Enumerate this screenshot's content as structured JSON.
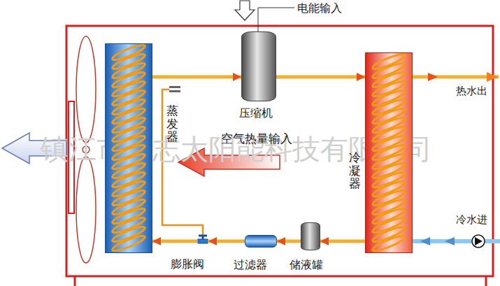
{
  "diagram": {
    "nodes": [
      {
        "text": [
          "蒸发器"
        ]
      },
      {
        "text": [
          "压缩机"
        ]
      },
      {
        "text": [
          "冷凝器"
        ]
      },
      {
        "text": [
          "储液罐"
        ]
      },
      {
        "text": [
          "过滤器"
        ]
      },
      {
        "text": [
          "膨胀阀"
        ]
      }
    ],
    "edges": [
      {
        "from": 0,
        "to": 1,
        "arrow": "to"
      },
      {
        "from": 1,
        "to": 2,
        "arrow": "to"
      },
      {
        "from": 2,
        "to": 3,
        "arrow": "to"
      },
      {
        "from": 3,
        "to": 4,
        "arrow": "to"
      },
      {
        "from": 4,
        "to": 5,
        "arrow": "to"
      },
      {
        "from": 5,
        "to": 0,
        "arrow": "to"
      }
    ],
    "labels": [
      "电能输入",
      "空气热量输入",
      "热水出",
      "冷水进",
      "镇江市双志太阳能科技有限公司"
    ]
  }
}
